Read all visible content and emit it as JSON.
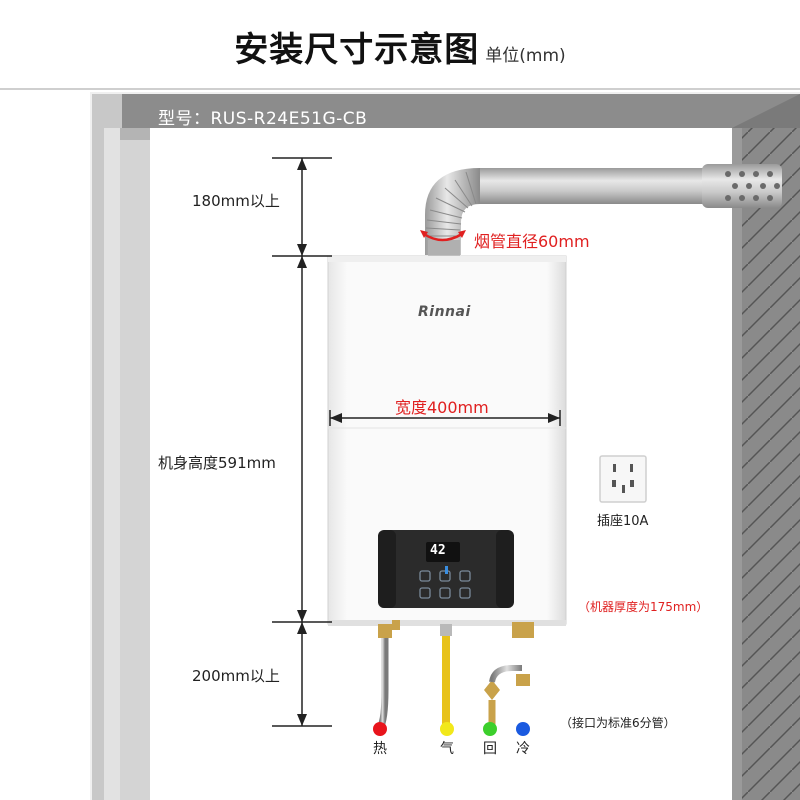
{
  "header": {
    "title": "安装尺寸示意图",
    "unit": "单位(mm)"
  },
  "model_label": "型号：RUS-R24E51G-CB",
  "dimensions": {
    "top_clearance": "180mm以上",
    "body_height": "机身高度591mm",
    "bottom_clearance": "200mm以上",
    "width": "宽度400mm",
    "flue_diameter": "烟管直径60mm",
    "thickness": "（机器厚度为175mm）"
  },
  "heater": {
    "brand": "Rinnai",
    "display_value": "42"
  },
  "socket": {
    "label": "插座10A"
  },
  "connections": {
    "note": "（接口为标准6分管）",
    "pipes": [
      {
        "label": "热",
        "color": "#e8141c"
      },
      {
        "label": "气",
        "color": "#f2e81a"
      },
      {
        "label": "回",
        "color": "#3ccf2c"
      },
      {
        "label": "冷",
        "color": "#1a5ae0"
      }
    ]
  },
  "colors": {
    "wall": "#8c8c8c",
    "wall_inner": "#d9d9d9",
    "accent_red": "#e02020"
  }
}
